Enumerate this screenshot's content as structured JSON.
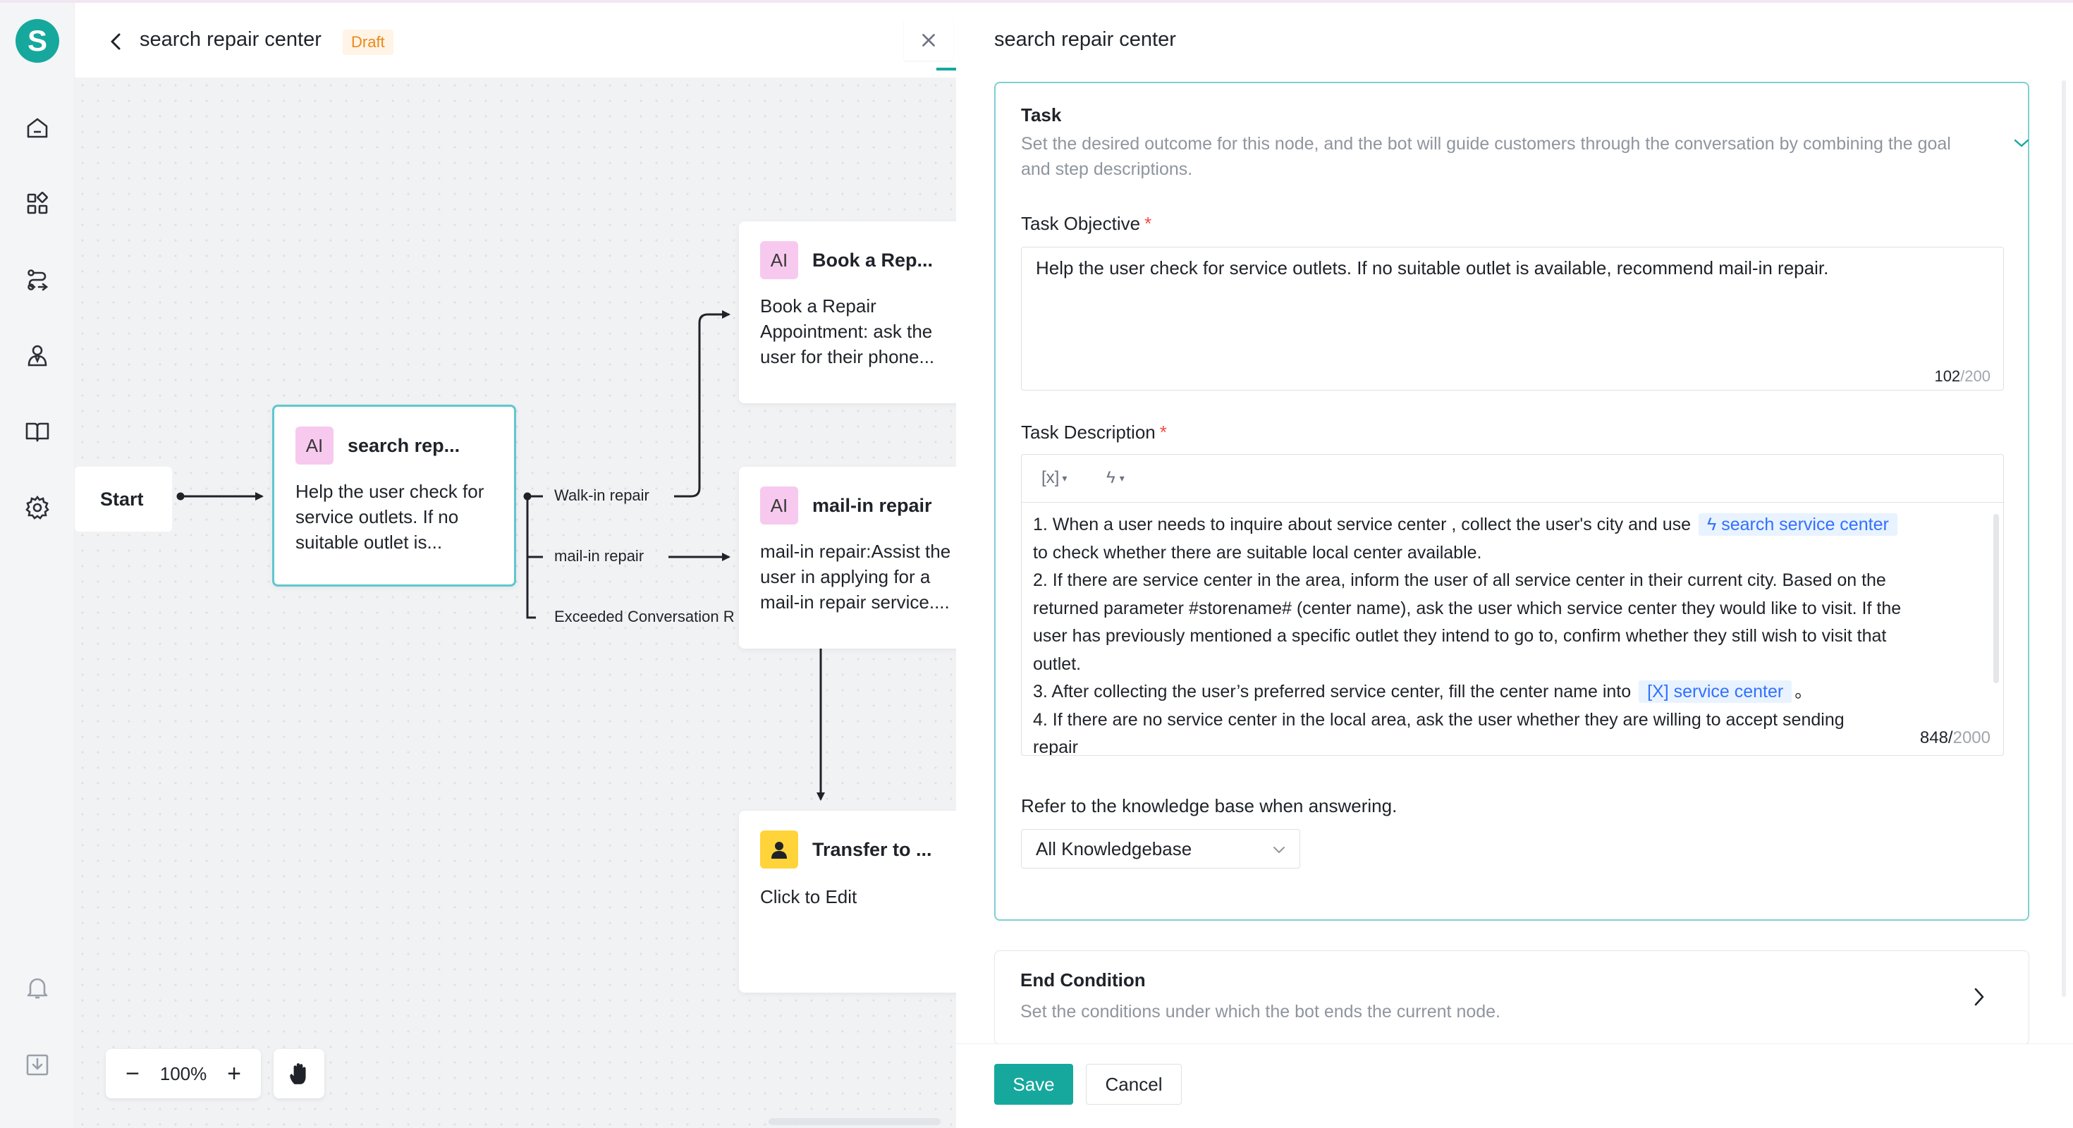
{
  "app": {
    "logo_letter": "S",
    "brand_color": "#16a89d"
  },
  "rail": {
    "items": [
      {
        "icon": "home-icon"
      },
      {
        "icon": "apps-icon"
      },
      {
        "icon": "flow-icon"
      },
      {
        "icon": "agent-icon"
      },
      {
        "icon": "book-icon"
      },
      {
        "icon": "gear-icon"
      }
    ],
    "bottom": [
      {
        "icon": "bell-icon"
      },
      {
        "icon": "download-icon"
      }
    ]
  },
  "editor": {
    "title": "search repair center",
    "status_badge": "Draft",
    "zoom": "100%",
    "zoom_out": "−",
    "zoom_in": "+"
  },
  "flow": {
    "start_label": "Start",
    "nodes": [
      {
        "badge": "AI",
        "title": "search rep...",
        "body": [
          "Help the user check for",
          "service outlets. If no",
          "suitable outlet is..."
        ]
      },
      {
        "badge": "AI",
        "title": "Book a Rep...",
        "body": [
          "Book a Repair",
          "Appointment: ask the",
          "user for their phone..."
        ]
      },
      {
        "badge": "AI",
        "title": "mail-in repair",
        "body": [
          "mail-in repair:Assist the",
          "user in applying for a",
          "mail-in repair service...."
        ]
      },
      {
        "badge": "person",
        "title": "Transfer to ...",
        "body": [
          "Click to Edit"
        ]
      }
    ],
    "edges": [
      "Walk-in repair",
      "mail-in repair",
      "Exceeded Conversation R"
    ]
  },
  "panel": {
    "title": "search repair center",
    "task": {
      "title": "Task",
      "desc_line1": "Set the desired outcome for this node, and the bot will guide customers through the conversation by combining the goal",
      "desc_line2": "and step descriptions.",
      "objective_label": "Task Objective",
      "objective_value": "Help the user check for service outlets. If no suitable outlet is available, recommend mail-in repair.",
      "objective_count": "102",
      "objective_max": "/200",
      "description_label": "Task Description",
      "toolbar_var": "[x]",
      "toolbar_fn": "ϟ",
      "description_lines": {
        "l1a": "1. When a user needs to inquire about service center , collect the user's city and use ",
        "l1_tag": "ϟ search service center",
        "l2": "to check whether there are suitable local center available.",
        "l3": " 2. If there are service center in the area, inform the user of all service center in their current city. Based on the",
        "l4": "returned parameter #storename# (center name), ask the user which service center they would like to visit. If the",
        "l5": "user has previously mentioned a specific outlet they intend to go to, confirm whether they still wish to visit that",
        "l6": "outlet.",
        "l7a": " 3. After collecting the user’s preferred service center, fill the center name into ",
        "l7_tag": "[X] service center",
        "l7b": "。",
        "l8": " 4. If there are no service center in the local area, ask the user whether they are willing to accept sending",
        "l9": "repair"
      },
      "description_count": "848/",
      "description_max": "2000",
      "kb_label": "Refer to the knowledge base when answering.",
      "kb_value": "All Knowledgebase"
    },
    "end_condition": {
      "title": "End Condition",
      "desc": "Set the conditions under which the bot ends the current node."
    },
    "save_label": "Save",
    "cancel_label": "Cancel"
  }
}
